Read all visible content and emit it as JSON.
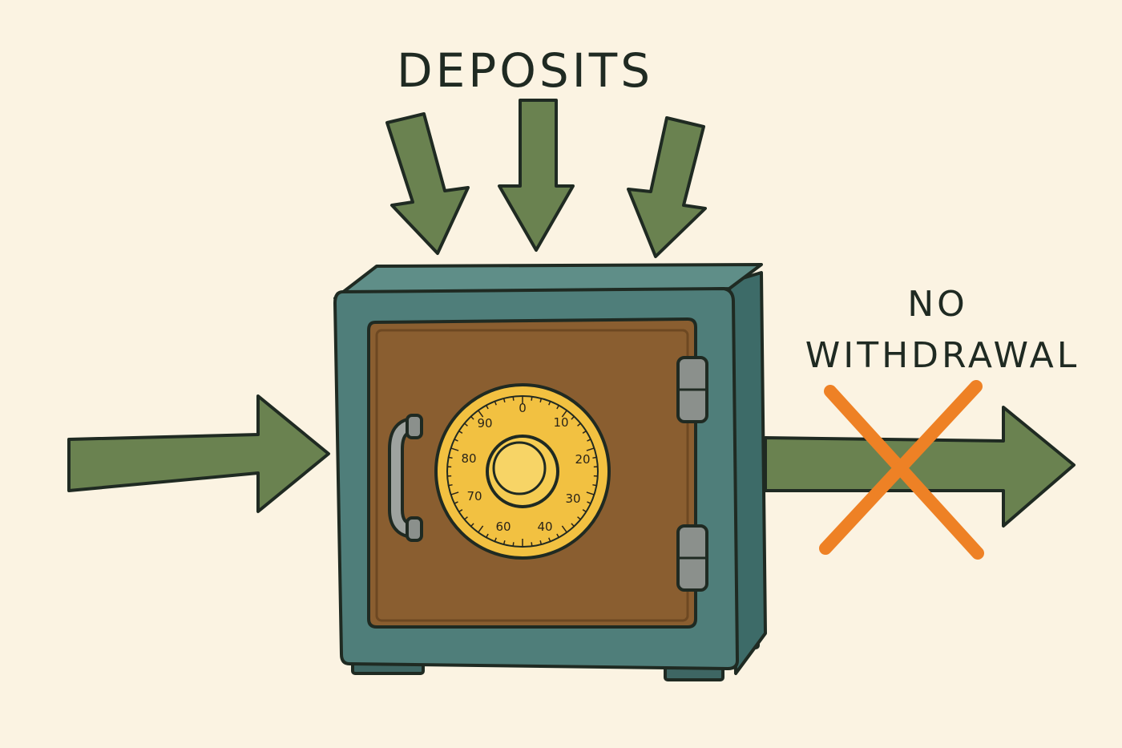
{
  "labels": {
    "deposits": "DEPOSITS",
    "no_withdrawal_line1": "NO",
    "no_withdrawal_line2": "WITHDRAWAL"
  },
  "dial": {
    "numbers": [
      "0",
      "10",
      "20",
      "30",
      "40",
      "60",
      "70",
      "80",
      "90"
    ]
  },
  "colors": {
    "background": "#fbf3e2",
    "arrow_green": "#6a8250",
    "safe_teal": "#4f7e7a",
    "door_brown": "#8a5e30",
    "dial_yellow": "#f2c141",
    "cross_orange": "#ee8125",
    "ink": "#1f2a22"
  },
  "icons": {
    "safe": "safe-icon",
    "dial": "combination-dial-icon",
    "handle": "door-handle-icon",
    "hinge": "hinge-icon",
    "arrow": "arrow-icon",
    "cross": "cross-mark-icon"
  }
}
